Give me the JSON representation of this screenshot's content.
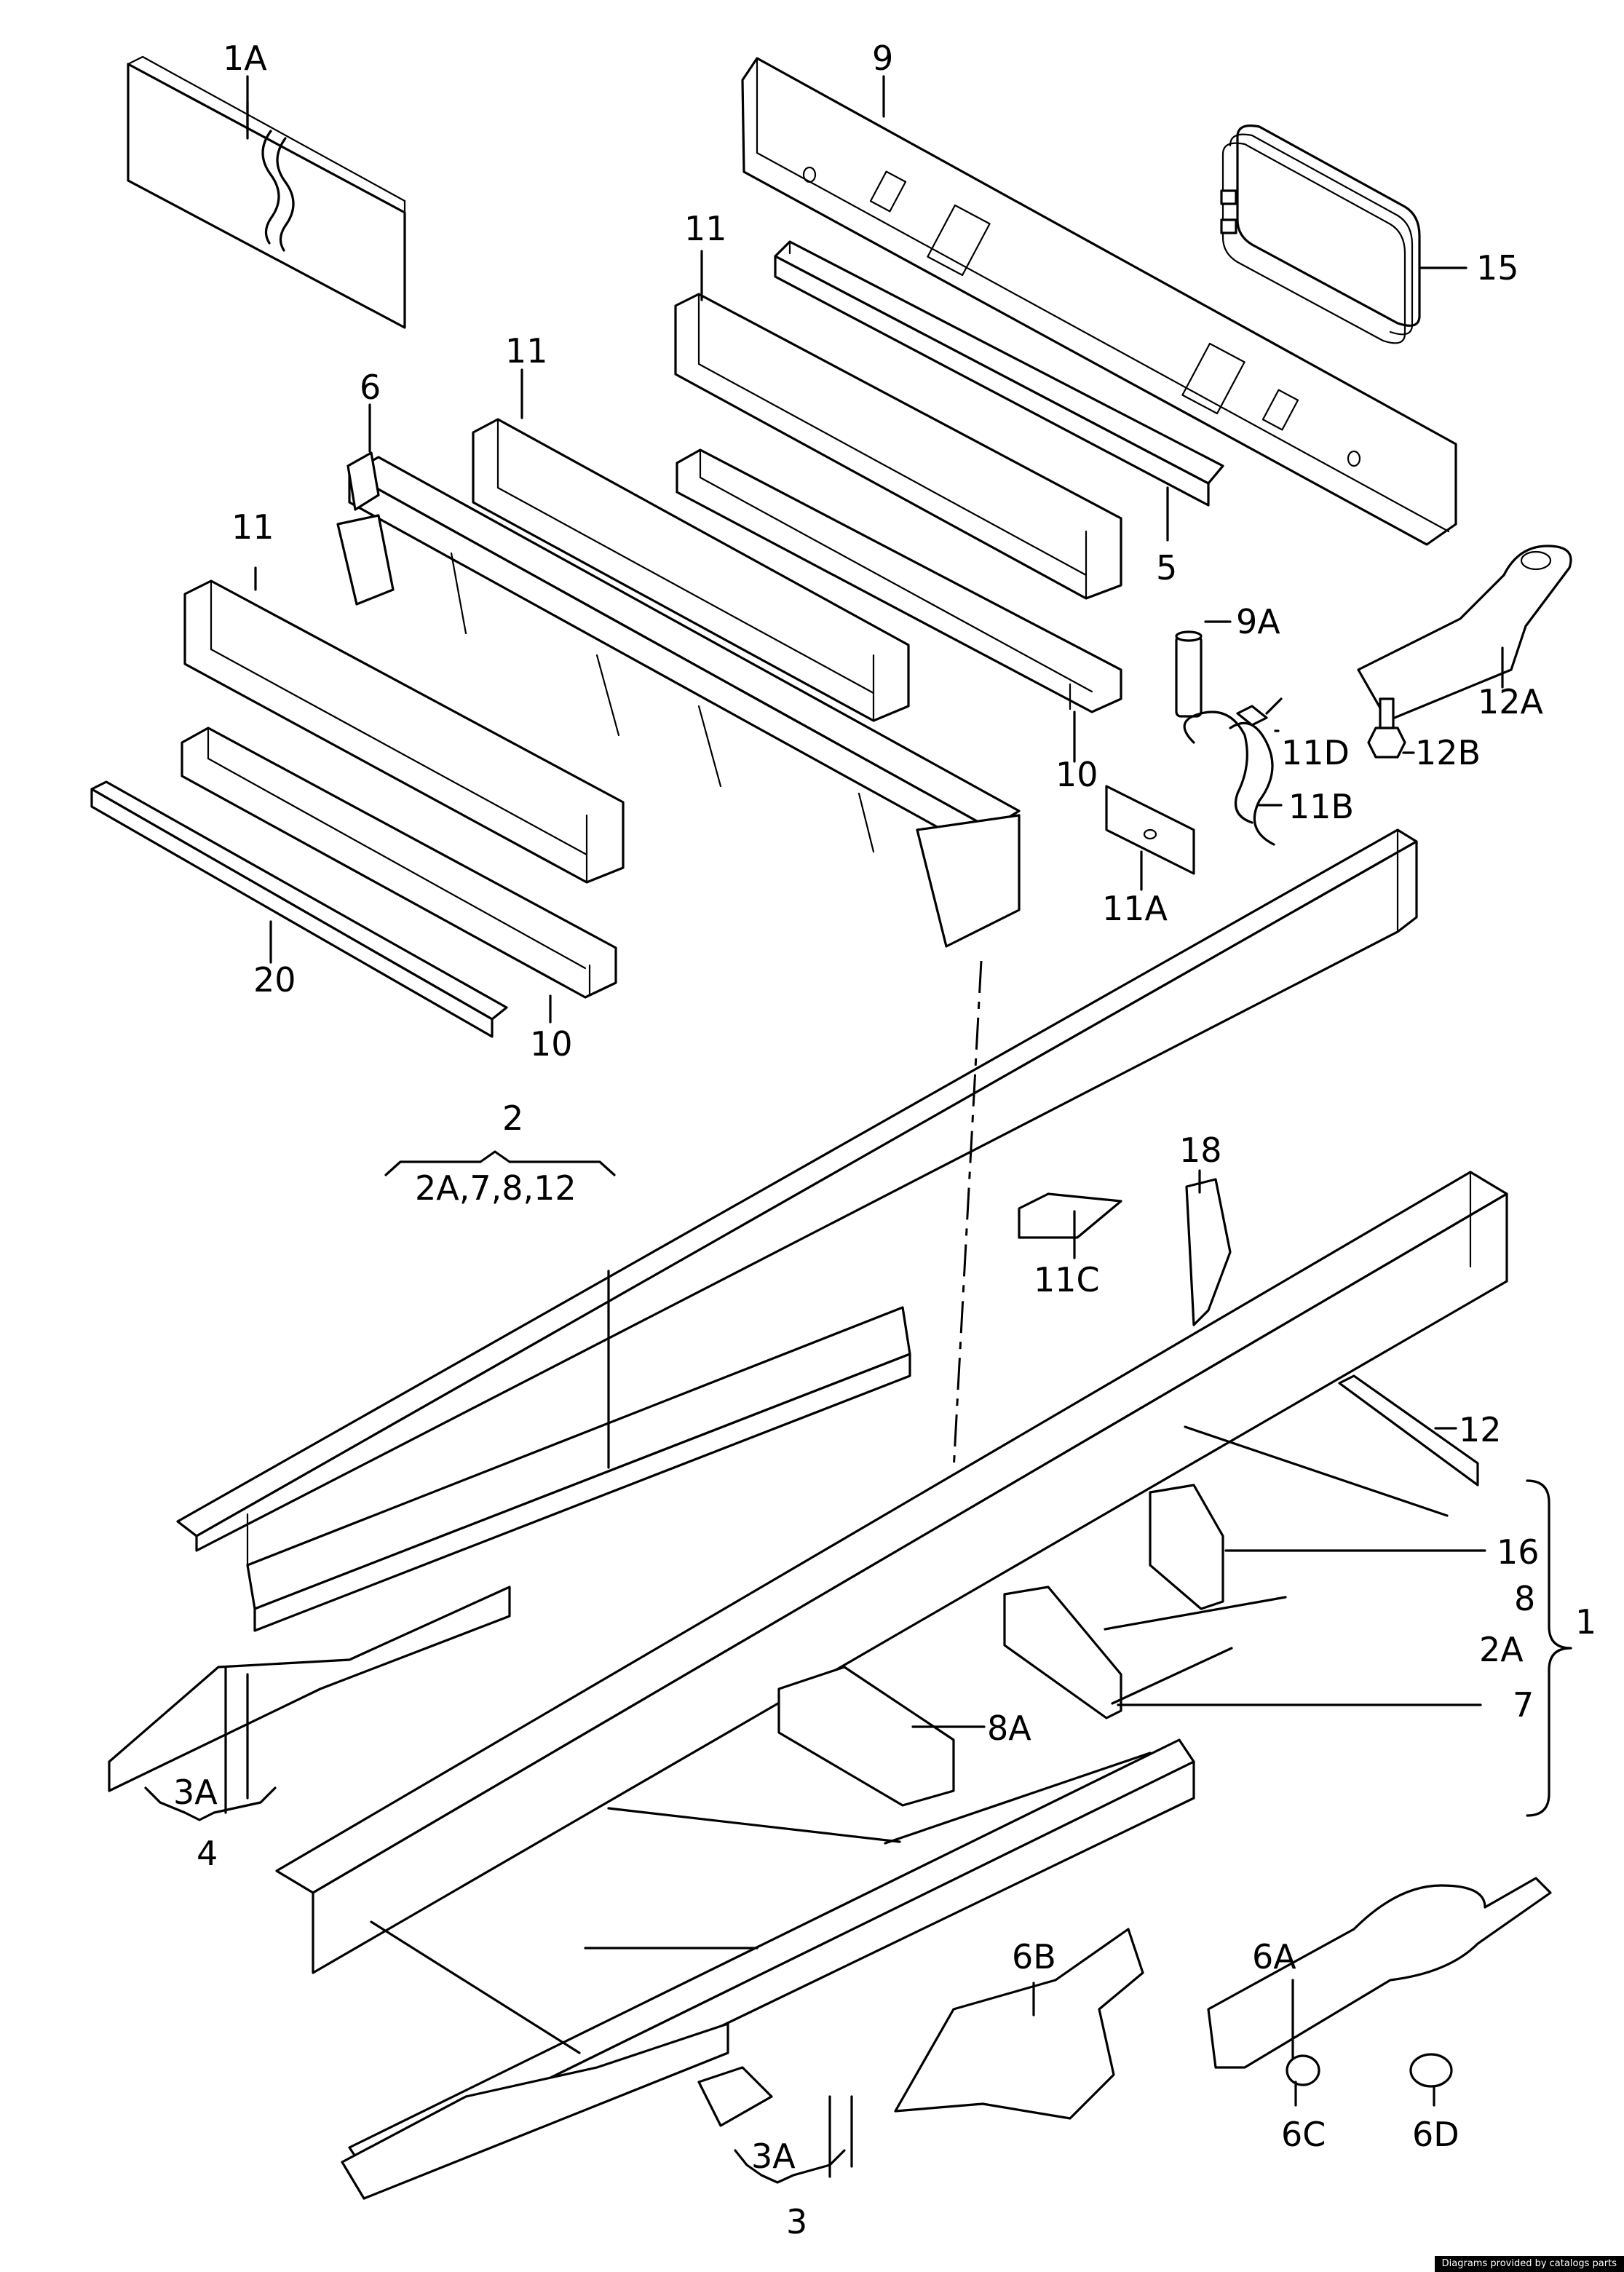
{
  "labels": {
    "l1A": "1A",
    "l9": "9",
    "l15": "15",
    "l11a": "11",
    "l11b": "11",
    "l11c": "11",
    "l6": "6",
    "l5": "5",
    "l9A": "9A",
    "l12A": "12A",
    "l11D": "11D",
    "l12B": "12B",
    "l11B": "11B",
    "l10a": "10",
    "l11A": "11A",
    "l20": "20",
    "l10b": "10",
    "l2": "2",
    "l2sub": "2A,7,8,12",
    "l18": "18",
    "l11C": "11C",
    "l12": "12",
    "l16": "16",
    "l8": "8",
    "l1": "1",
    "l2A": "2A",
    "l7": "7",
    "l8A": "8A",
    "l3A_left": "3A",
    "l4": "4",
    "l6A": "6A",
    "l6B": "6B",
    "l6C": "6C",
    "l6D": "6D",
    "l3A_bottom": "3A",
    "l3": "3"
  },
  "credit": "Diagrams provided by catalogs parts"
}
